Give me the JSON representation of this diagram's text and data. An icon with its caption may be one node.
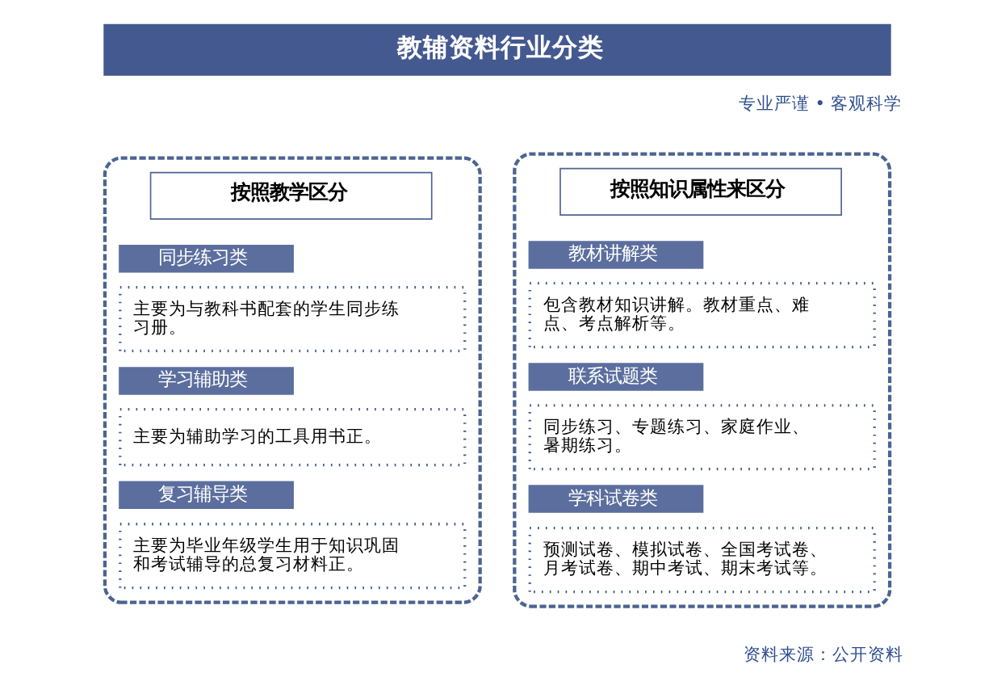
{
  "diagram": {
    "title": "教辅资料行业分类",
    "nodes": [
      {
        "text": [],
        "shape": "box"
      },
      {
        "text": [
          "按照教学区分"
        ],
        "in": 0
      },
      {
        "text": [
          "同步练习类"
        ],
        "in": 0
      },
      {
        "text": [
          "主要为与教科书配套的学生同步练习册。"
        ],
        "in": 0
      },
      {
        "text": [
          "学习辅助类"
        ],
        "in": 0
      },
      {
        "text": [
          "主要为辅助学习的工具用书正。"
        ],
        "in": 0
      },
      {
        "text": [
          "复习辅导类"
        ],
        "in": 0
      },
      {
        "text": [
          "主要为毕业年级学生用于知识巩固和考试辅导的总复习材料正。"
        ],
        "in": 0
      },
      {
        "text": [],
        "shape": "box"
      },
      {
        "text": [
          "按照知识属性来区分"
        ],
        "in": 8
      },
      {
        "text": [
          "教材讲解类"
        ],
        "in": 8
      },
      {
        "text": [
          "包含教材知识讲解。教材重点、难点、考点解析等。"
        ],
        "in": 8
      },
      {
        "text": [
          "联系试题类"
        ],
        "in": 8
      },
      {
        "text": [
          "同步练习、专题练习、家庭作业、暑期练习。"
        ],
        "in": 8
      },
      {
        "text": [
          "学科试卷类"
        ],
        "in": 8
      },
      {
        "text": [
          "预测试卷、模拟试卷、全国考试卷、月考试卷、期中考试、期末考试等。"
        ],
        "in": 8
      }
    ],
    "labels": [
      "专业严谨 • 客观科学",
      "资料来源：公开资料"
    ]
  }
}
